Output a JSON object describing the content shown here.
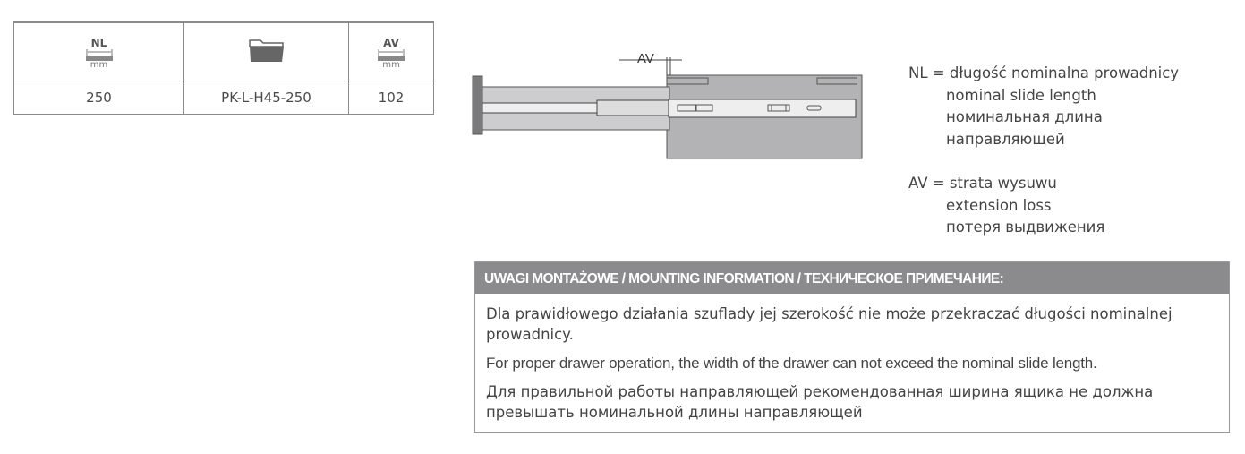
{
  "table": {
    "headers": [
      {
        "label": "NL",
        "unit": "mm",
        "icon": "ruler-icon"
      },
      {
        "icon": "folder-icon"
      },
      {
        "label": "AV",
        "unit": "mm",
        "icon": "ruler-icon"
      }
    ],
    "row": [
      "250",
      "PK-L-H45-250",
      "102"
    ]
  },
  "diagram": {
    "av_label": "AV"
  },
  "legend": {
    "nl": "NL = długość nominalna prowadnicy\n        nominal slide length\n        номинальная длина\n        направляющей",
    "av": "AV = strata wysuwu\n        extension loss\n        потеря выдвижения"
  },
  "info": {
    "title": "UWAGI MONTAŻOWE / MOUNTING INFORMATION / ТЕХНИЧЕСКОЕ ПРИМЕЧАНИЕ:",
    "pl": "Dla prawidłowego działania szuflady jej szerokość nie może przekraczać długości nominalnej prowadnicy.",
    "en": "For proper drawer operation, the width of the drawer can not exceed the nominal slide length.",
    "ru": "Для правильной работы направляющей рекомендованная ширина ящика не должна превышать  номинальной длины направляющей"
  },
  "colors": {
    "header_bg": "#8b8b8d",
    "cabinet": "#b3b3b5",
    "drawer": "#cdcdcf"
  }
}
